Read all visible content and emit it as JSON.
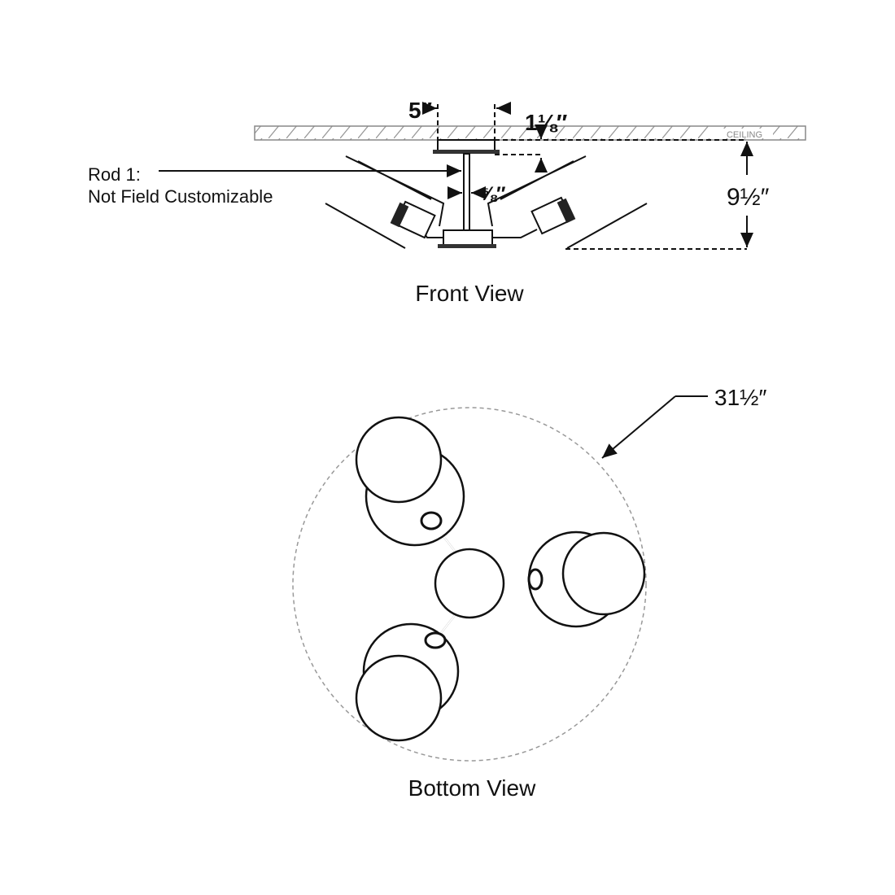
{
  "front_view": {
    "title": "Front View",
    "ceiling_label": "CEILING",
    "dim_canopy_width": "5″",
    "dim_canopy_height": "1⅛″",
    "dim_rod_diameter": "⅝″",
    "dim_overall_height": "9½″",
    "rod_label_line1": "Rod 1:",
    "rod_label_line2": "Not Field Customizable"
  },
  "bottom_view": {
    "title": "Bottom View",
    "dim_diameter": "31½″"
  }
}
